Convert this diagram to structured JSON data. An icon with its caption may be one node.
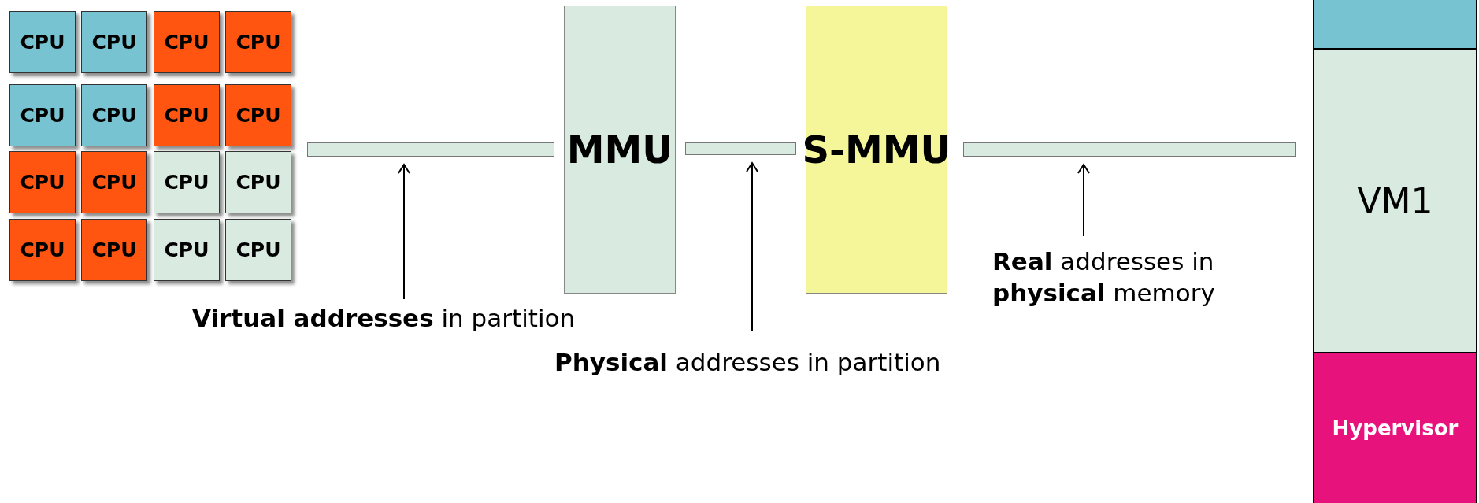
{
  "diagram": {
    "nodes": [
      {
        "text": [
          "CPU"
        ]
      },
      {
        "text": [
          "CPU"
        ]
      },
      {
        "text": [
          "CPU"
        ]
      },
      {
        "text": [
          "CPU"
        ]
      },
      {
        "text": [
          "CPU"
        ]
      },
      {
        "text": [
          "CPU"
        ]
      },
      {
        "text": [
          "CPU"
        ]
      },
      {
        "text": [
          "CPU"
        ]
      },
      {
        "text": [
          "CPU"
        ]
      },
      {
        "text": [
          "CPU"
        ]
      },
      {
        "text": [
          "CPU"
        ]
      },
      {
        "text": [
          "CPU"
        ]
      },
      {
        "text": [
          "CPU"
        ]
      },
      {
        "text": [
          "CPU"
        ]
      },
      {
        "text": [
          "CPU"
        ]
      },
      {
        "text": [
          "CPU"
        ]
      },
      {
        "text": [],
        "shape": "bar"
      },
      {
        "text": [
          "MMU"
        ]
      },
      {
        "text": [],
        "shape": "bar"
      },
      {
        "text": [
          "S-MMU"
        ]
      },
      {
        "text": [],
        "shape": "bar"
      },
      {
        "text": [],
        "shape": "box"
      },
      {
        "text": [
          "VM1"
        ]
      },
      {
        "text": [
          "Hypervisor"
        ]
      },
      {
        "text": [
          "**Virtual addresses** in partition"
        ]
      },
      {
        "text": [
          "**Real** addresses in **physical** memory"
        ]
      },
      {
        "text": [
          "**Physical** addresses in partition"
        ]
      }
    ],
    "edges": [
      {
        "from": 24,
        "to": 16,
        "arrow": "to"
      },
      {
        "from": 26,
        "to": 18,
        "arrow": "to"
      },
      {
        "from": 25,
        "to": 20,
        "arrow": "to"
      }
    ]
  }
}
